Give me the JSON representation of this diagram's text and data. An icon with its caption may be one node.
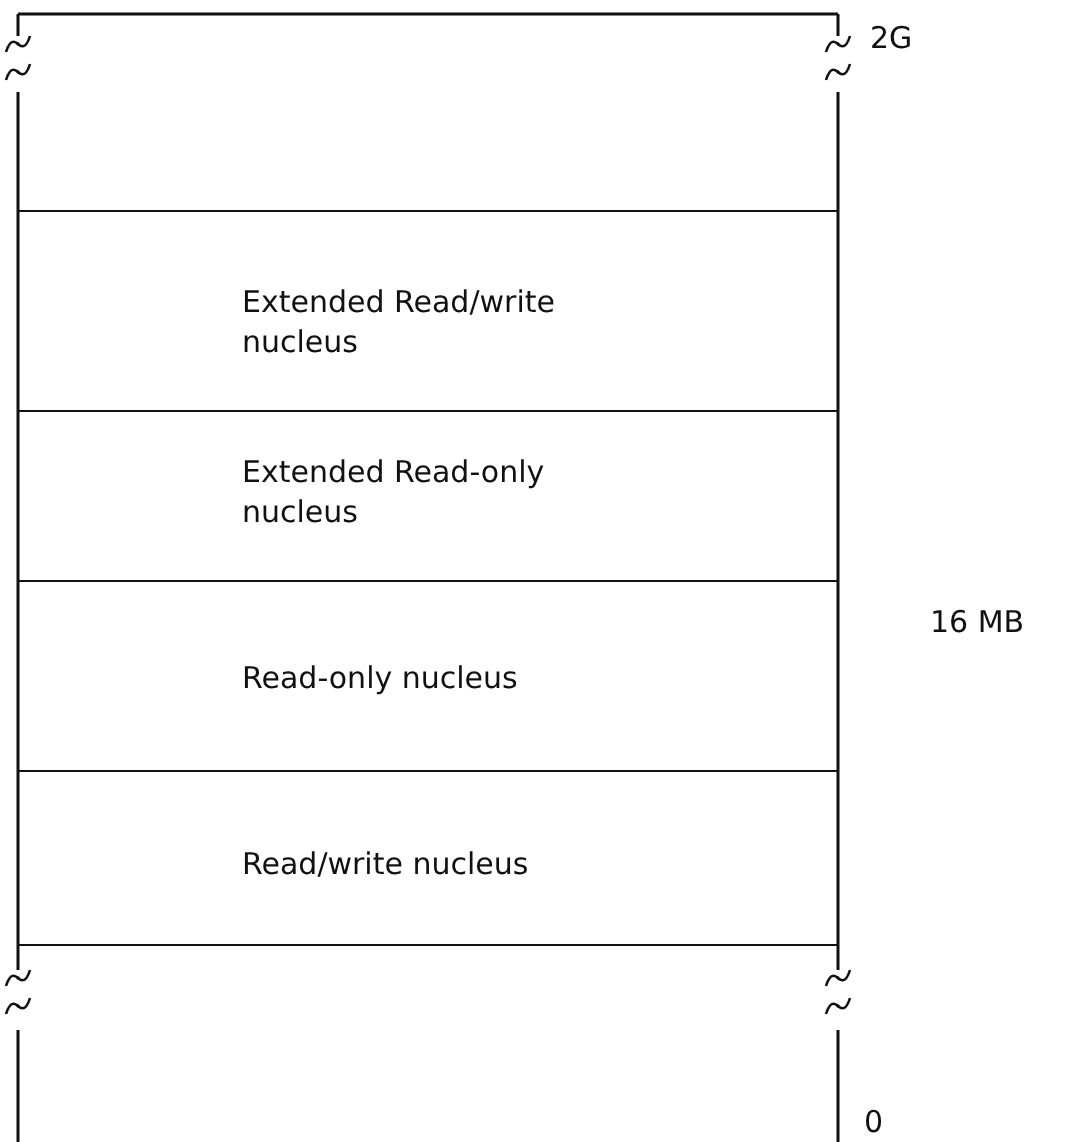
{
  "diagram": {
    "nodes": [
      {
        "text": [
          "Extended Read/write nucleus"
        ]
      },
      {
        "text": [
          "Extended Read-only nucleus"
        ]
      },
      {
        "text": [
          "Read-only nucleus"
        ]
      },
      {
        "text": [
          "Read/write nucleus"
        ]
      }
    ],
    "labels": [
      "2G",
      "16 MB",
      "0"
    ]
  }
}
